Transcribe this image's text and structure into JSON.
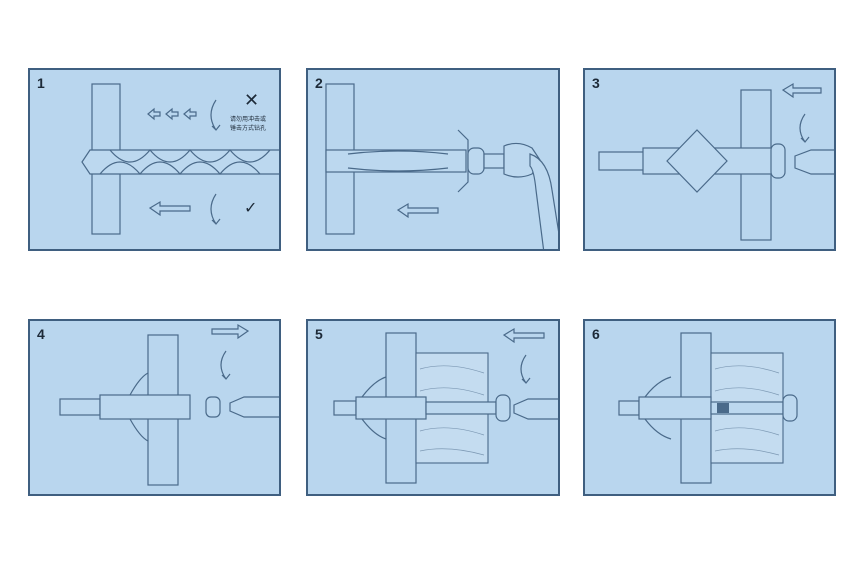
{
  "steps": [
    {
      "number": "1",
      "note_line1": "请勿用冲击或",
      "note_line2": "锤击方式钻孔",
      "wrong_mark": "✕",
      "right_mark": "✓",
      "wrong_icon": "x-mark-icon",
      "right_icon": "check-mark-icon"
    },
    {
      "number": "2"
    },
    {
      "number": "3"
    },
    {
      "number": "4"
    },
    {
      "number": "5"
    },
    {
      "number": "6"
    }
  ],
  "colors": {
    "panel": "#b9d6ee",
    "line": "#4a6a8a",
    "border": "#3f5f80"
  }
}
